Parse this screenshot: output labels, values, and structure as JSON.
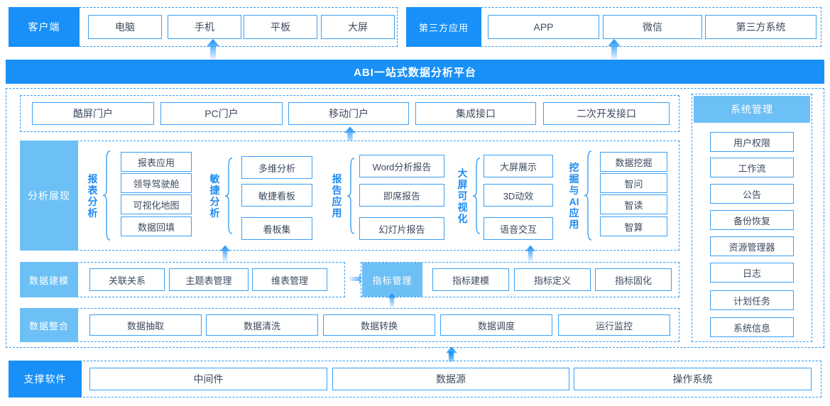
{
  "platform_title": "ABI一站式数据分析平台",
  "colors": {
    "primary": "#1890f8",
    "light": "#6cc0f5",
    "border": "#3aa0f5",
    "dash": "#2f9bf7",
    "text": "#3c4a5e"
  },
  "client_row": {
    "tab": "客户端",
    "items": [
      "电脑",
      "手机",
      "平板",
      "大屏"
    ]
  },
  "third_party_row": {
    "tab": "第三方应用",
    "items": [
      "APP",
      "微信",
      "第三方系统"
    ]
  },
  "portal_row": {
    "items": [
      "酷屏门户",
      "PC门户",
      "移动门户",
      "集成接口",
      "二次开发接口"
    ]
  },
  "analysis_row": {
    "tab": "分析展现",
    "groups": [
      {
        "label": "报表分析",
        "items": [
          "报表应用",
          "领导驾驶舱",
          "可视化地图",
          "数据回填"
        ]
      },
      {
        "label": "敏捷分析",
        "items": [
          "多维分析",
          "敏捷看板",
          "看板集"
        ]
      },
      {
        "label": "报告应用",
        "items": [
          "Word分析报告",
          "即席报告",
          "幻灯片报告"
        ]
      },
      {
        "label": "大屏可视化",
        "items": [
          "大屏展示",
          "3D动效",
          "语音交互"
        ]
      },
      {
        "label": "挖掘与AI应用",
        "items": [
          "数据挖掘",
          "智问",
          "智读",
          "智算"
        ]
      }
    ]
  },
  "modeling_row": {
    "tab": "数据建模",
    "items": [
      "关联关系",
      "主题表管理",
      "维表管理"
    ],
    "metric_tab": "指标管理",
    "metric_items": [
      "指标建模",
      "指标定义",
      "指标固化"
    ]
  },
  "integration_row": {
    "tab": "数据整合",
    "items": [
      "数据抽取",
      "数据清洗",
      "数据转换",
      "数据调度",
      "运行监控"
    ]
  },
  "system_panel": {
    "tab": "系统管理",
    "items": [
      "用户权限",
      "工作流",
      "公告",
      "备份恢复",
      "资源管理器",
      "日志",
      "计划任务",
      "系统信息"
    ]
  },
  "support_row": {
    "tab": "支撑软件",
    "items": [
      "中间件",
      "数据源",
      "操作系统"
    ]
  }
}
